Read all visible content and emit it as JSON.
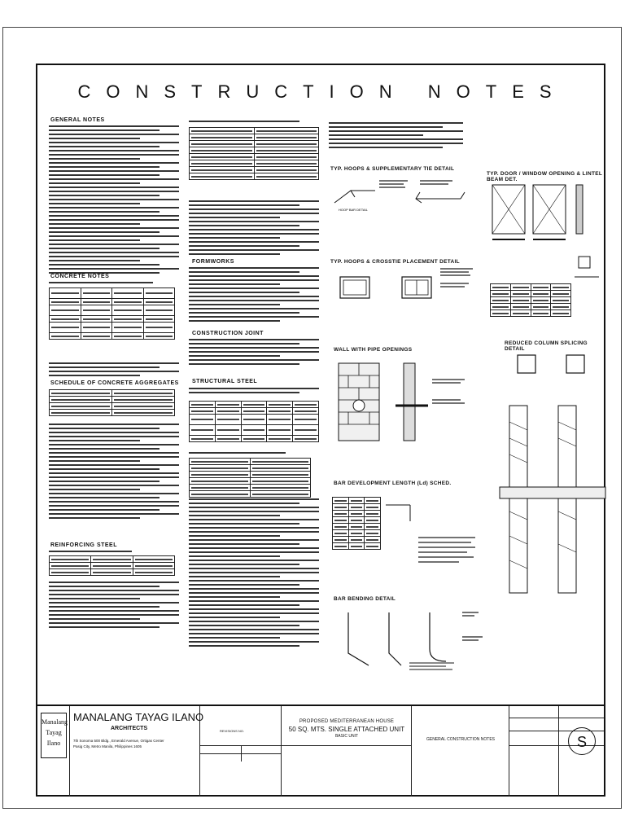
{
  "title": "CONSTRUCTION NOTES",
  "sections": {
    "general_notes": "GENERAL NOTES",
    "concrete_notes": "CONCRETE NOTES",
    "schedule_of_concrete_aggregates": "SCHEDULE OF CONCRETE AGGREGATES",
    "reinforcing_steel": "REINFORCING STEEL",
    "formworks": "FORMWORKS",
    "construction_joint": "CONSTRUCTION JOINT",
    "structural_steel": "STRUCTURAL STEEL"
  },
  "details": {
    "hoop_supplementary": "TYP. HOOPS & SUPPLEMENTARY TIE DETAIL",
    "hoop_crosstie": "TYP. HOOPS & CROSSTIE PLACEMENT DETAIL",
    "wall_pipe": "WALL WITH PIPE OPENINGS",
    "bar_development": "BAR DEVELOPMENT LENGTH (Ld) SCHED.",
    "bar_bending": "BAR BENDING DETAIL",
    "door_window": "TYP. DOOR / WINDOW OPENING & LINTEL BEAM DET.",
    "reduced_column": "REDUCED COLUMN SPLICING DETAIL"
  },
  "title_block": {
    "firm_name": "MANALANG TAYAG ILANO",
    "firm_type": "ARCHITECTS",
    "logo_text": "Manalang Tayag Ilano",
    "address_1": "7th Sonoma 500 Bldg., Emerald Avenue, Ortigas Center",
    "address_2": "Pasig City, Metro Manila, Philippines 1605",
    "project_line1": "PROPOSED MEDITERRANEAN HOUSE",
    "project_line2": "50 SQ. MTS. SINGLE ATTACHED UNIT",
    "project_line3": "BASIC UNIT",
    "sheet_contents": "GENERAL CONSTRUCTION NOTES",
    "sheet_letter": "S",
    "revision": "REVISIONS NO."
  }
}
